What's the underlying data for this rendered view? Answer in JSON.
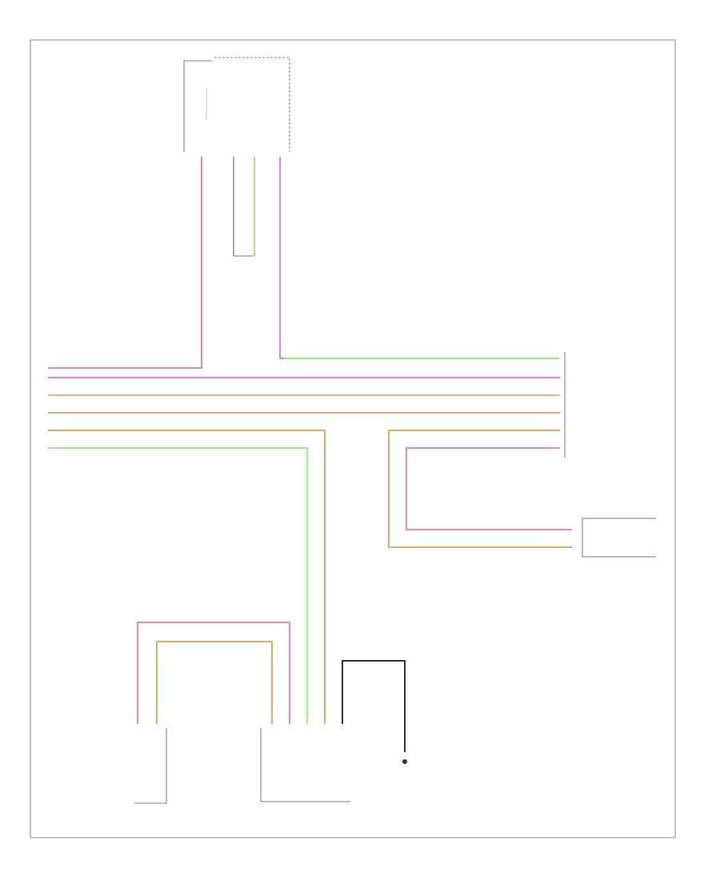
{
  "diagram": {
    "footer_code": "",
    "components": {
      "fuse_top": {
        "label": ""
      },
      "top_switch_text": {
        "lines": [
          "",
          "",
          ""
        ]
      },
      "rear_connector": {
        "label": ""
      },
      "passenger_switch_pack": {
        "pins": [
          "",
          "",
          "",
          "",
          "",
          ""
        ],
        "label": ""
      },
      "rear_right_switch": {
        "pins": [
          "",
          ""
        ],
        "label": ""
      },
      "left_rear_switch": {
        "label": ""
      },
      "driver_switch_pack": {
        "label": ""
      },
      "ground_point": {
        "label": ""
      }
    },
    "wires": [
      {
        "id": "w1",
        "color_name": "red",
        "hex": "#f08a9a"
      },
      {
        "id": "w2",
        "color_name": "violet",
        "hex": "#f07cf0"
      },
      {
        "id": "w3",
        "color_name": "orange",
        "hex": "#f6b27a"
      },
      {
        "id": "w4",
        "color_name": "orange-pink",
        "hex": "#f2a07e"
      },
      {
        "id": "w5",
        "color_name": "tan",
        "hex": "#e8a860"
      },
      {
        "id": "w6",
        "color_name": "light-green",
        "hex": "#9af07a"
      },
      {
        "id": "w7",
        "color_name": "pink",
        "hex": "#f486b0"
      },
      {
        "id": "w8",
        "color_name": "black",
        "hex": "#333333"
      }
    ]
  }
}
